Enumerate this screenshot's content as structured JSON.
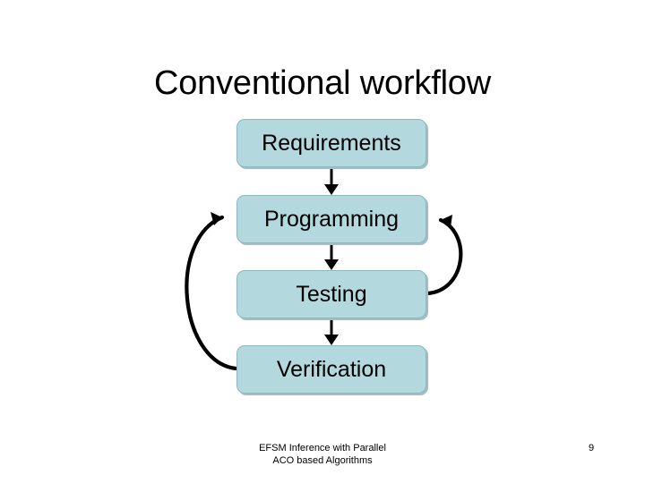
{
  "slide": {
    "title": "Conventional workflow",
    "page_number": "9",
    "footer": {
      "line1": "EFSM Inference with Parallel",
      "line2": "ACO based Algorithms"
    },
    "colors": {
      "node_fill": "#b3d8dd",
      "node_border": "#8fb8bd",
      "node_shadow": "#9fbfc4",
      "text": "#000000",
      "background": "#ffffff",
      "connector": "#000000"
    }
  },
  "diagram": {
    "type": "flowchart",
    "nodes": [
      {
        "id": "requirements",
        "label": "Requirements"
      },
      {
        "id": "programming",
        "label": "Programming"
      },
      {
        "id": "testing",
        "label": "Testing"
      },
      {
        "id": "verification",
        "label": "Verification"
      }
    ],
    "connectors": [
      {
        "id": "req-to-prog",
        "from": "requirements",
        "to": "programming",
        "style": "straight-down",
        "arrowhead": "to"
      },
      {
        "id": "prog-to-test",
        "from": "programming",
        "to": "testing",
        "style": "straight-down",
        "arrowhead": "to"
      },
      {
        "id": "test-to-ver",
        "from": "testing",
        "to": "verification",
        "style": "straight-down",
        "arrowhead": "to"
      },
      {
        "id": "test-to-prog",
        "from": "testing",
        "to": "programming",
        "style": "curve-right",
        "arrowhead": "to"
      },
      {
        "id": "ver-to-prog",
        "from": "verification",
        "to": "programming",
        "style": "curve-left",
        "arrowhead": "to"
      }
    ]
  }
}
